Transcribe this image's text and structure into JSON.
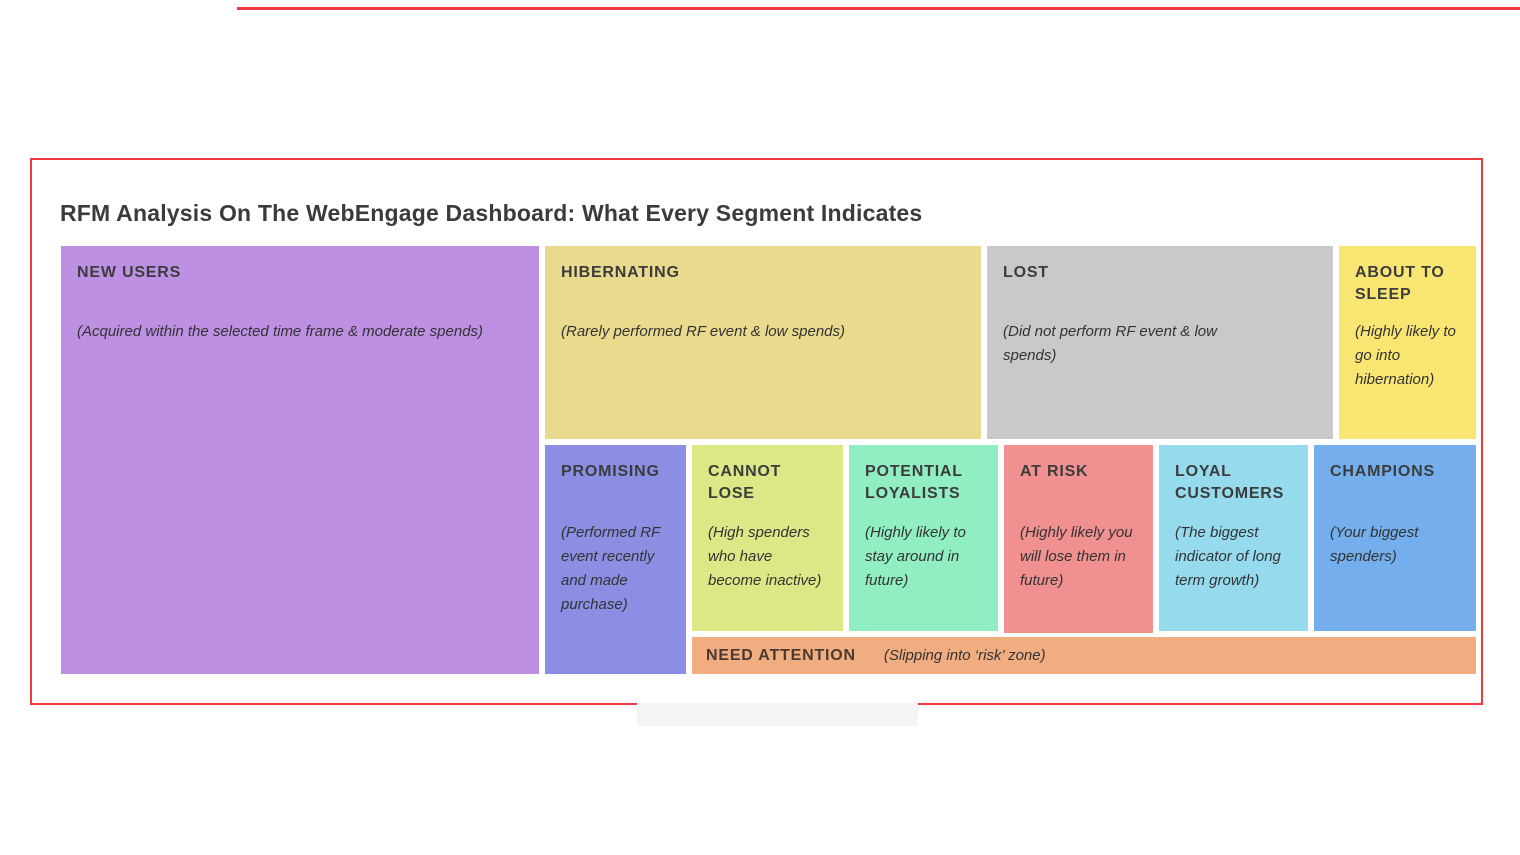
{
  "page": {
    "title": "RFM Analysis On The WebEngage Dashboard: What Every Segment Indicates"
  },
  "colors": {
    "frame_red": "#ee3a3c",
    "title_text": "#3b3b3b",
    "ghost_gray": "#f4f4f4"
  },
  "segments": [
    {
      "id": "new-users",
      "label": "NEW USERS",
      "description": "(Acquired within the selected time frame & moderate spends)",
      "color": "#bd90e4"
    },
    {
      "id": "hibernating",
      "label": "HIBERNATING",
      "description": "(Rarely performed RF event & low spends)",
      "color": "#e9da8e"
    },
    {
      "id": "lost",
      "label": "LOST",
      "description": "(Did not perform RF event & low spends)",
      "color": "#c9c9c9"
    },
    {
      "id": "about-to-sleep",
      "label": "ABOUT TO SLEEP",
      "description": "(Highly likely to go into hibernation)",
      "color": "#f9e672"
    },
    {
      "id": "promising",
      "label": "PROMISING",
      "description": "(Performed RF event recently and made purchase)",
      "color": "#8b8ee3"
    },
    {
      "id": "cannot-lose",
      "label": "CANNOT LOSE",
      "description": "(High spenders who have become inactive)",
      "color": "#dce785"
    },
    {
      "id": "potential-loyalists",
      "label": "POTENTIAL LOYALISTS",
      "description": "(Highly likely to stay around in future)",
      "color": "#90eec2"
    },
    {
      "id": "at-risk",
      "label": "AT RISK",
      "description": "(Highly likely you will lose them in future)",
      "color": "#f09090"
    },
    {
      "id": "loyal-customers",
      "label": "LOYAL CUSTOMERS",
      "description": "(The biggest indicator of long term growth)",
      "color": "#96daee"
    },
    {
      "id": "champions",
      "label": "CHAMPIONS",
      "description": "(Your biggest spenders)",
      "color": "#74aeec"
    },
    {
      "id": "need-attention",
      "label": "NEED ATTENTION",
      "description": "(Slipping into ‘risk’ zone)",
      "color": "#f0ad80"
    }
  ]
}
